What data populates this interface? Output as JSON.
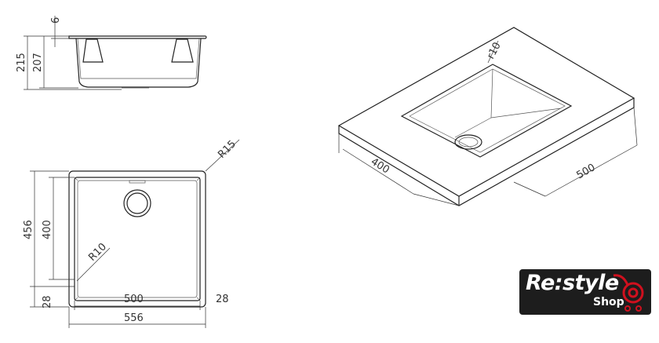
{
  "side_view": {
    "dim_flange": "6",
    "dim_total_height": "215",
    "dim_bowl_height": "207"
  },
  "plan_view": {
    "dim_corner_radius_outer": "R15",
    "dim_outer_depth": "456",
    "dim_inner_depth": "400",
    "dim_inner_radius": "R10",
    "dim_bottom_margin": "28",
    "dim_inner_width": "500",
    "dim_right_margin": "28",
    "dim_outer_width": "556"
  },
  "iso_view": {
    "dim_radius": "r10",
    "dim_depth": "400",
    "dim_width": "500"
  },
  "logo": {
    "main": "Re:style",
    "sub": "Shop",
    "accent_color": "#d0101e",
    "background": "#1d1d1d"
  }
}
